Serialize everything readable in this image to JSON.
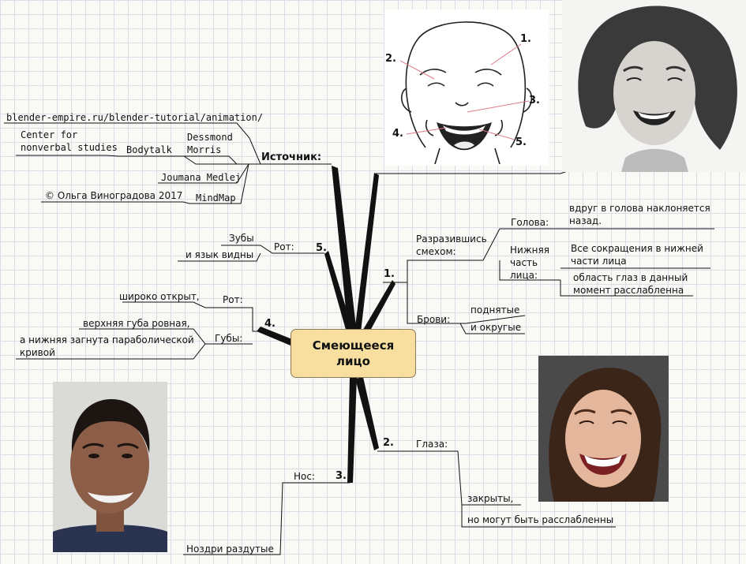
{
  "center": "Смеющееся\nлицо",
  "sources": {
    "header": "Источник:",
    "url": "blender-empire.ru/blender-tutorial/animation/",
    "center_for": "Center for\nnonverbal studies",
    "bodytalk": "Bodytalk",
    "dessmond": "Dessmond\nMorris",
    "joumana": "Joumana Medlej",
    "copyright": "© Ольга Виноградова 2017",
    "mindmap": "MindMap"
  },
  "b1": {
    "num": "1.",
    "label": "Разразившись\nсмехом:",
    "head_label": "Голова:",
    "head_text": "вдруг в голова наклоняется\nназад.",
    "lower_label": "Нижняя\nчасть\nлица:",
    "lower_text1": "Все сокращения в нижней\nчасти лица",
    "lower_text2": "область глаз в данный\nмомент расслабленна",
    "brows_label": "Брови:",
    "brows_1": "поднятые",
    "brows_2": "и округые"
  },
  "b2": {
    "num": "2.",
    "label": "Глаза:",
    "text1": "закрыты,",
    "text2": "но могут быть расслабленны"
  },
  "b3": {
    "num": "3.",
    "label": "Нос:",
    "text": "Ноздри раздутые"
  },
  "b4": {
    "num": "4.",
    "mouth_label": "Рот:",
    "mouth_text": "широко открыт,",
    "lips_label": "Губы:",
    "lips_1": "верхняя губа ровная,",
    "lips_2": "а нижняя загнута параболической\nкривой"
  },
  "b5": {
    "num": "5.",
    "label": "Рот:",
    "text1": "Зубы",
    "text2": "и язык видны"
  },
  "diagram_numbers": [
    "1.",
    "2.",
    "3.",
    "4.",
    "5."
  ],
  "colors": {
    "center_fill": "#f8dfa0",
    "branch": "#111111",
    "grid": "#d8dde6"
  }
}
